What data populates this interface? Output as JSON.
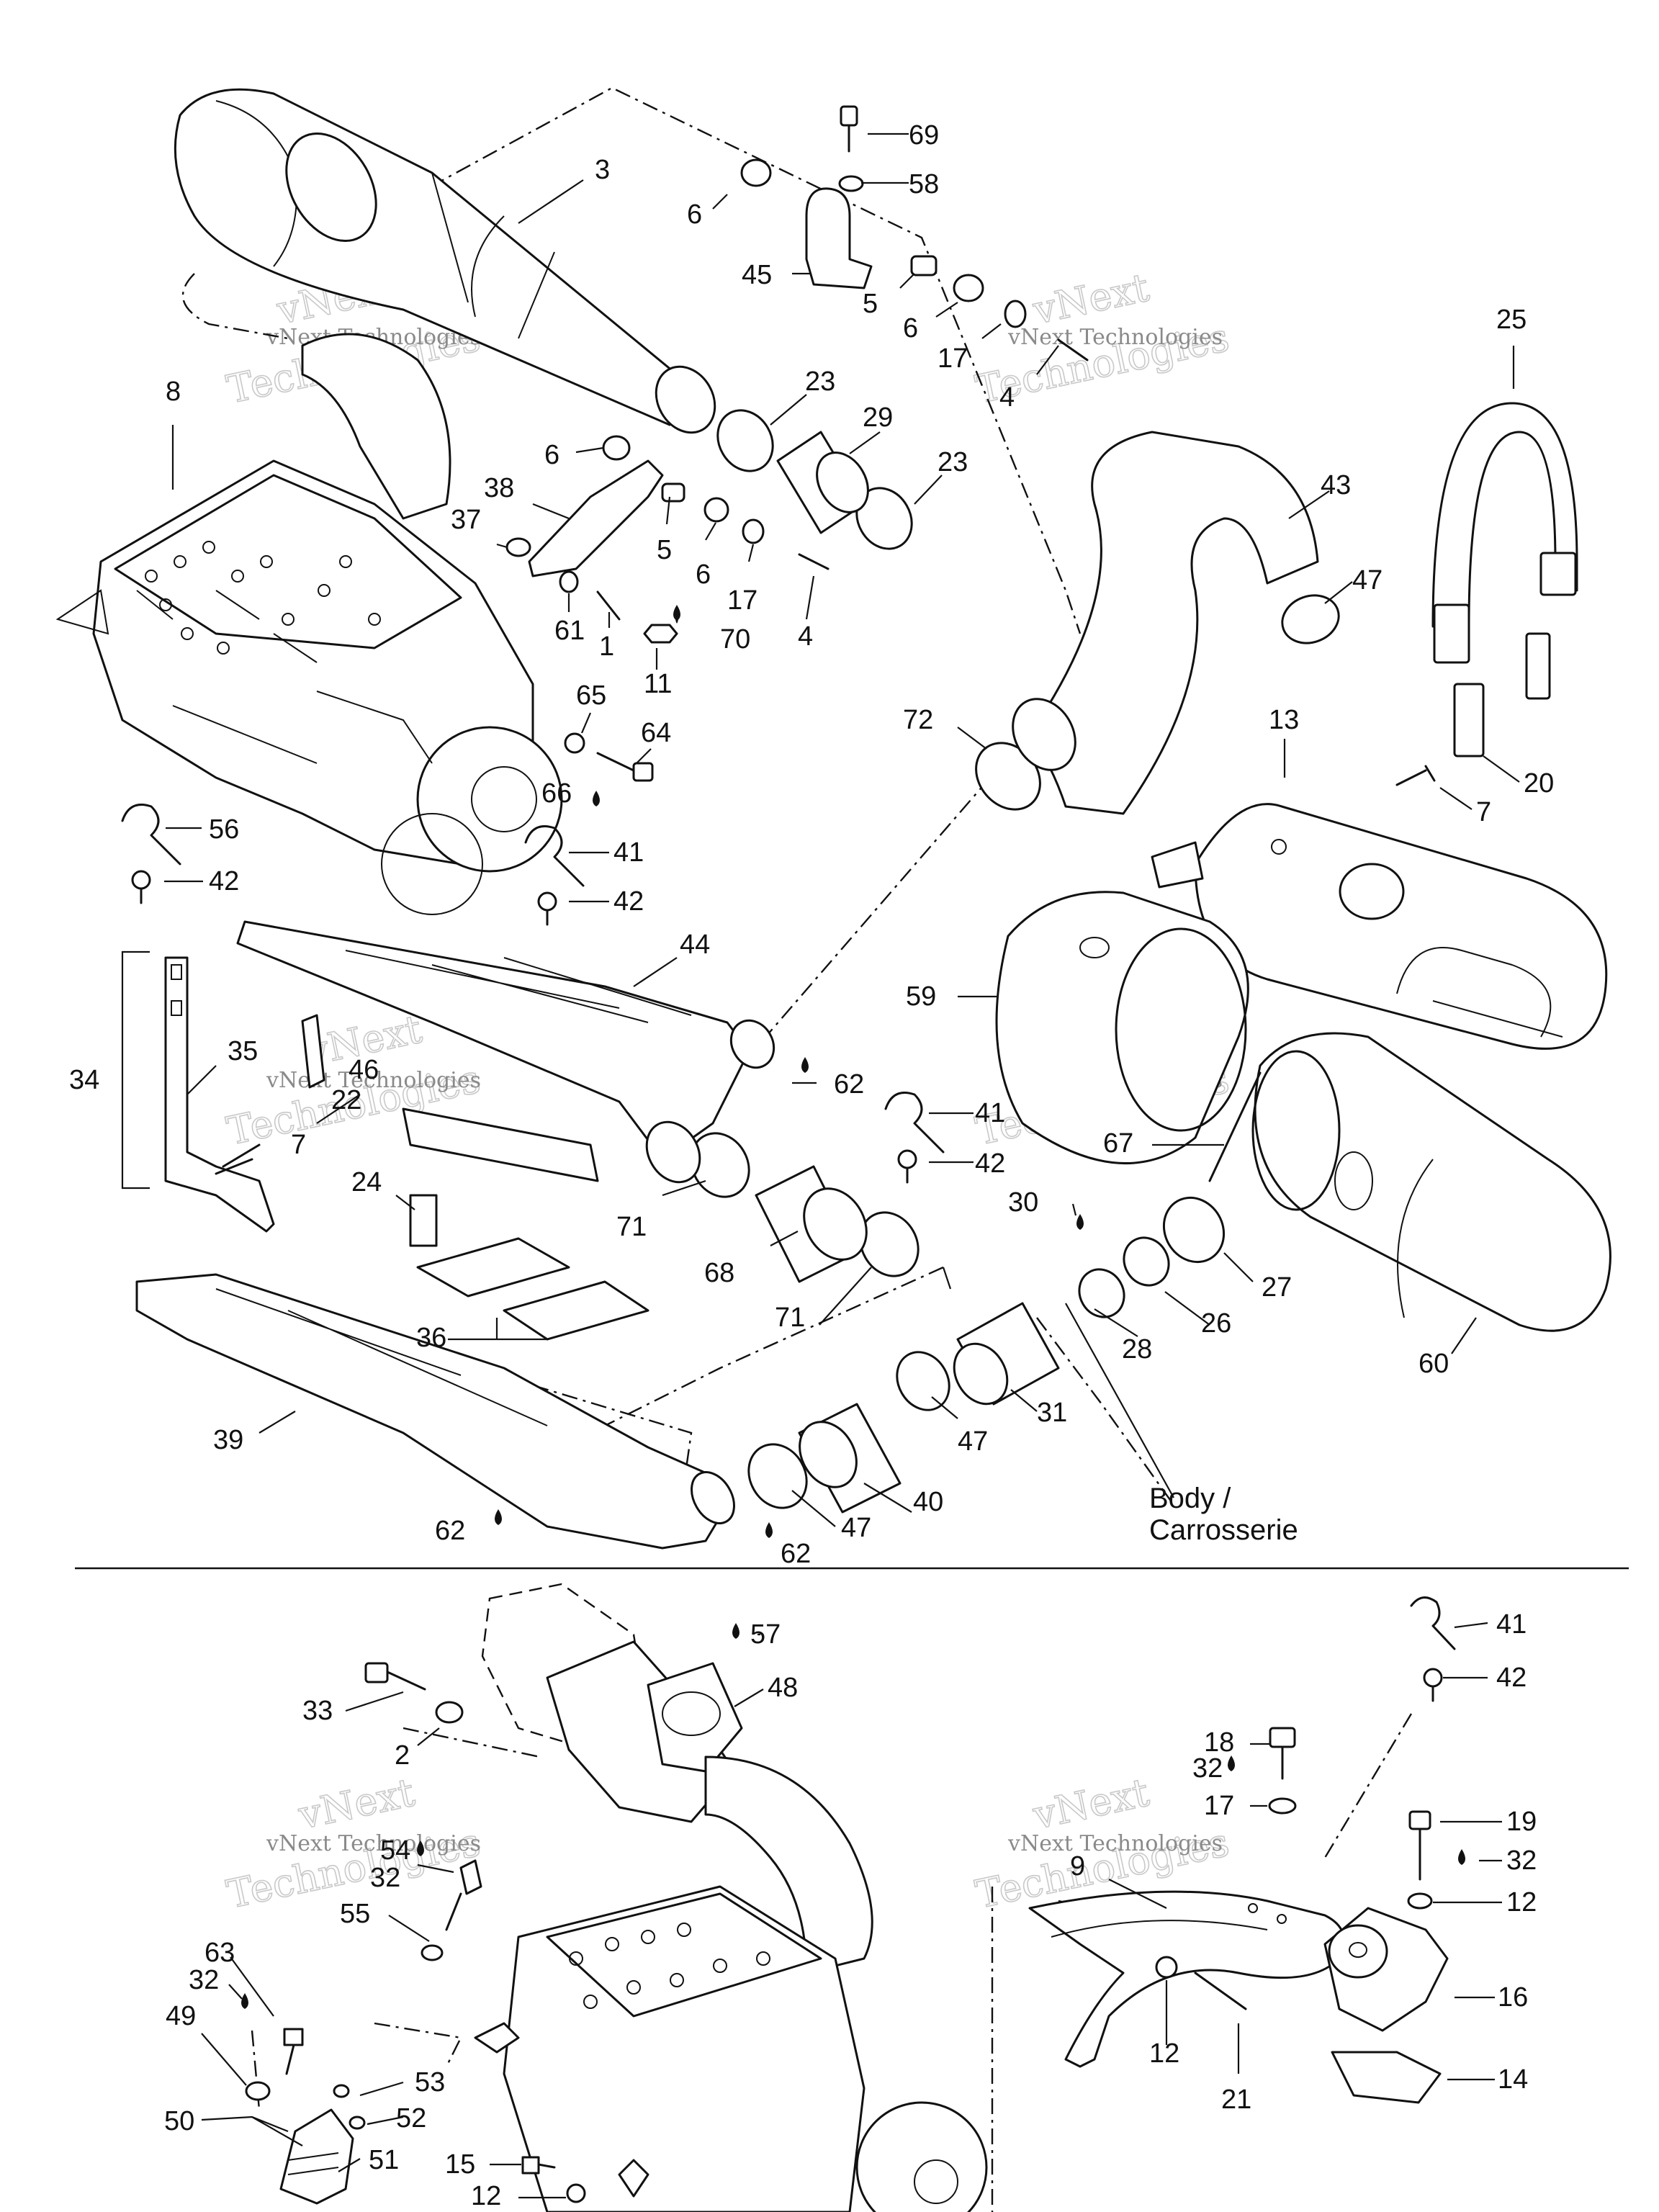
{
  "diagram": {
    "callouts": [
      "69",
      "58",
      "3",
      "6",
      "45",
      "5",
      "6",
      "17",
      "4",
      "25",
      "23",
      "29",
      "8",
      "6",
      "38",
      "23",
      "37",
      "5",
      "6",
      "17",
      "4",
      "43",
      "47",
      "61",
      "1",
      "11",
      "70",
      "65",
      "64",
      "72",
      "13",
      "20",
      "7",
      "66",
      "56",
      "42",
      "41",
      "42",
      "44",
      "59",
      "35",
      "46",
      "22",
      "34",
      "7",
      "62",
      "41",
      "42",
      "67",
      "24",
      "71",
      "30",
      "27",
      "68",
      "26",
      "36",
      "71",
      "28",
      "31",
      "60",
      "39",
      "47",
      "40",
      "47",
      "62",
      "62",
      "57",
      "48",
      "33",
      "2",
      "18",
      "32",
      "41",
      "42",
      "17",
      "19",
      "32",
      "54",
      "32",
      "55",
      "9",
      "12",
      "63",
      "32",
      "49",
      "53",
      "16",
      "12",
      "21",
      "52",
      "14",
      "50",
      "51",
      "15",
      "12"
    ],
    "body_label_line1": "Body /",
    "body_label_line2": "Carrosserie",
    "watermark_line1": "vNext",
    "watermark_line2": "Technologies",
    "watermark_small": "vNext Technologies"
  },
  "colors": {
    "ink": "#111111",
    "watermark": "#c9c9c9",
    "background": "#ffffff"
  }
}
